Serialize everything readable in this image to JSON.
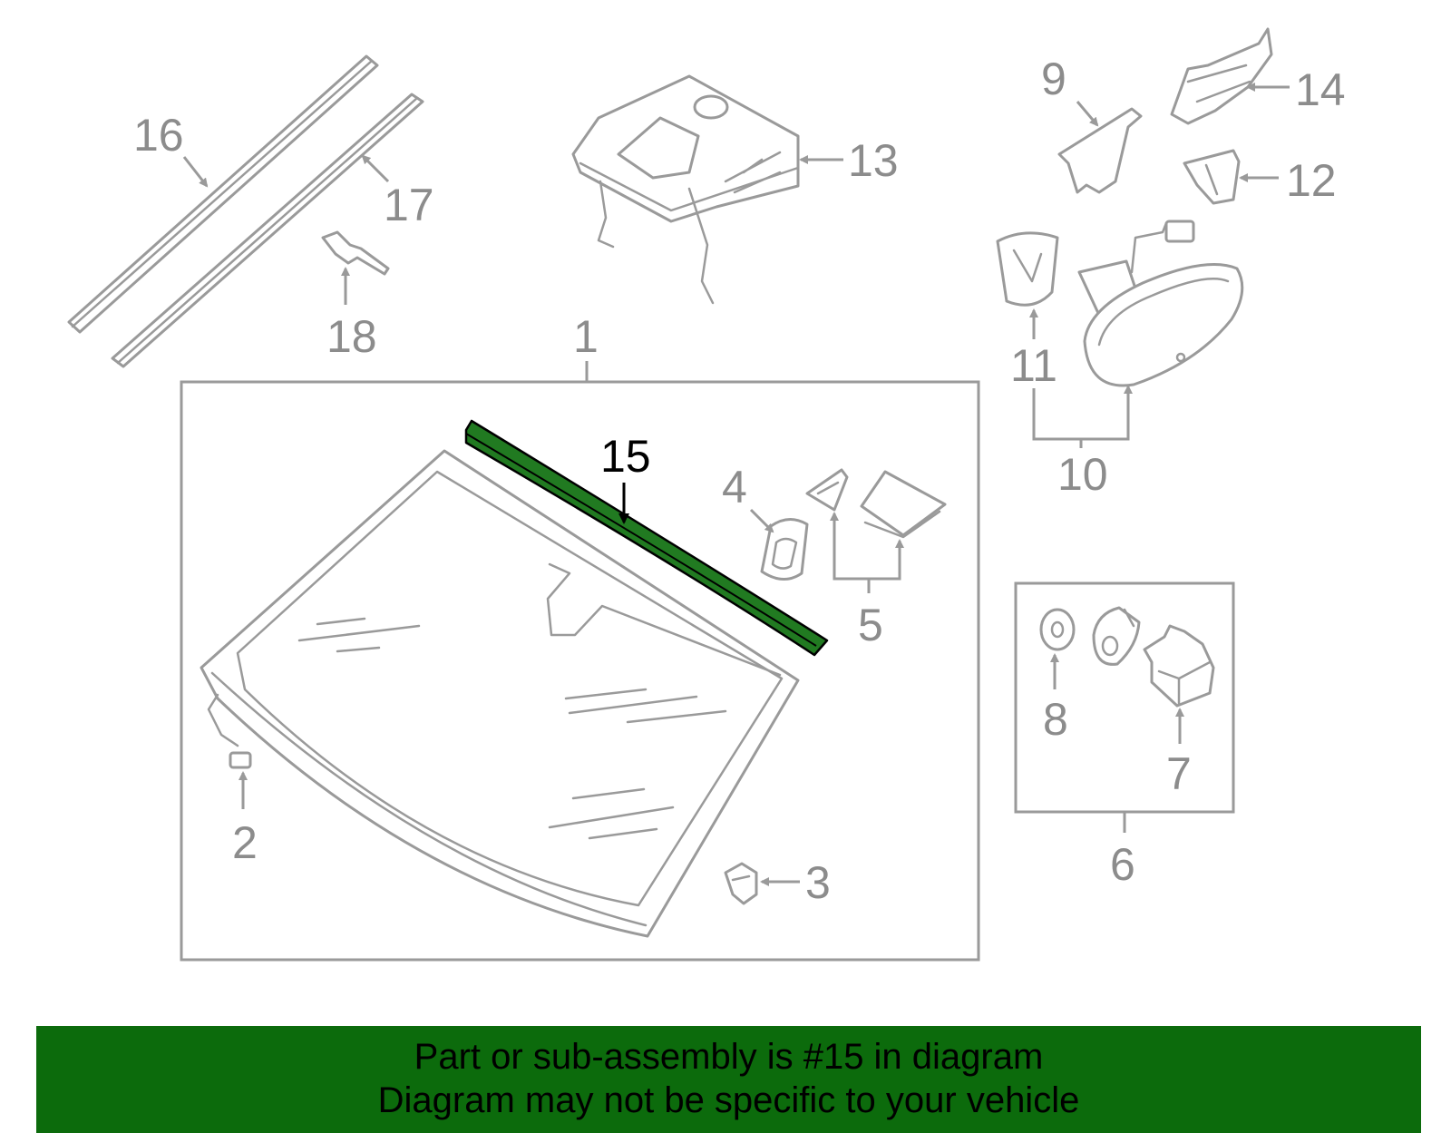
{
  "callouts": {
    "c1": "1",
    "c2": "2",
    "c3": "3",
    "c4": "4",
    "c5": "5",
    "c6": "6",
    "c7": "7",
    "c8": "8",
    "c9": "9",
    "c10": "10",
    "c11": "11",
    "c12": "12",
    "c13": "13",
    "c14": "14",
    "c15": "15",
    "c16": "16",
    "c17": "17",
    "c18": "18"
  },
  "highlight": {
    "part": "15",
    "color": "#217a21"
  },
  "colors": {
    "line": "#9a9a9a",
    "banner": "#0c6b0c",
    "text_gray": "#8c8c8c"
  },
  "banner": {
    "line1": "Part or sub-assembly is #15 in diagram",
    "line2": "Diagram may not be specific to your vehicle"
  }
}
